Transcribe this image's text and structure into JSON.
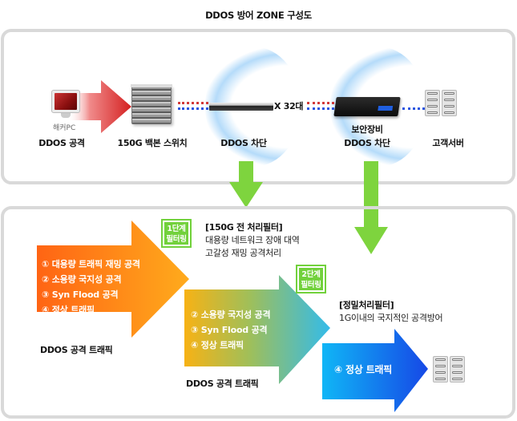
{
  "title": "DDOS 방어 ZONE 구성도",
  "colors": {
    "panel_border": "#d9d9d9",
    "badge_green": "#72d13c",
    "flow_arrow_green": "#7ed43e",
    "attack_arrow_red": "#d42a2a",
    "stage1_arrow": [
      "#ff6a13",
      "#ffa21a"
    ],
    "stage2_arrow": [
      "#f7b215",
      "#35bbe8"
    ],
    "stage3_arrow": [
      "#10b4f5",
      "#1751e8"
    ],
    "link_red": "#d23a3a",
    "link_blue": "#2a55e0",
    "shield_blue": "#78bef5"
  },
  "topology": {
    "hacker_pc_caption": "해커PC",
    "nodes": [
      {
        "id": "attacker",
        "icon": "hacker-pc-icon",
        "label": "DDOS 공격"
      },
      {
        "id": "backbone",
        "icon": "backbone-switch-icon",
        "label": "150G 백본 스위치"
      },
      {
        "id": "ddos-block",
        "icon": "rack-server-icon",
        "label": "DDOS 차단",
        "multiplier": "X 32대"
      },
      {
        "id": "security",
        "icon": "security-appliance-icon",
        "label_line1": "보안장비",
        "label_line2": "DDOS 차단"
      },
      {
        "id": "customer",
        "icon": "customer-servers-icon",
        "label": "고객서버"
      }
    ]
  },
  "filtering": {
    "stage1": {
      "badge_line1": "1단계",
      "badge_line2": "필터링",
      "heading": "[150G 전 처리필터]",
      "desc_line1": "대용량 네트워크 장애 대역",
      "desc_line2": "고갈성 재밍 공격처리",
      "arrow_items": [
        "① 대용량 트래픽 재밍 공격",
        "② 소용량 국지성 공격",
        "③ Syn Flood 공격",
        "④ 정상 트래픽"
      ],
      "caption": "DDOS 공격 트래픽"
    },
    "stage2": {
      "badge_line1": "2단계",
      "badge_line2": "필터링",
      "heading": "[정밀처리필터]",
      "desc_line1": "1G이내의 국지적인 공격방어",
      "arrow_items": [
        "② 소용량 국지성 공격",
        "③ Syn Flood 공격",
        "④ 정상 트래픽"
      ],
      "caption": "DDOS 공격 트래픽"
    },
    "stage3": {
      "arrow_items": [
        "④ 정상 트래픽"
      ]
    }
  }
}
